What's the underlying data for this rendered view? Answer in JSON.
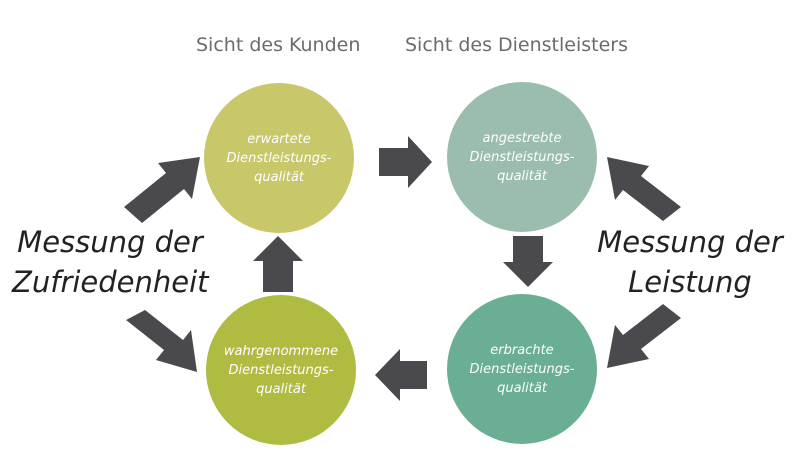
{
  "headers": {
    "customer_view": "Sicht des Kunden",
    "provider_view": "Sicht des Dienstleisters"
  },
  "circles": {
    "expected": {
      "line1": "erwartete",
      "line2": "Dienstleistungs-",
      "line3": "qualität",
      "color": "#c8c76a"
    },
    "targeted": {
      "line1": "angestrebte",
      "line2": "Dienstleistungs-",
      "line3": "qualität",
      "color": "#9bbdae"
    },
    "perceived": {
      "line1": "wahrgenommene",
      "line2": "Dienstleistungs-",
      "line3": "qualität",
      "color": "#b0bb42"
    },
    "delivered": {
      "line1": "erbrachte",
      "line2": "Dienstleistungs-",
      "line3": "qualität",
      "color": "#6aae93"
    }
  },
  "side_labels": {
    "left_line1": "Messung der",
    "left_line2": "Zufriedenheit",
    "right_line1": "Messung der",
    "right_line2": "Leistung"
  },
  "arrow_color": "#4a4a4e"
}
